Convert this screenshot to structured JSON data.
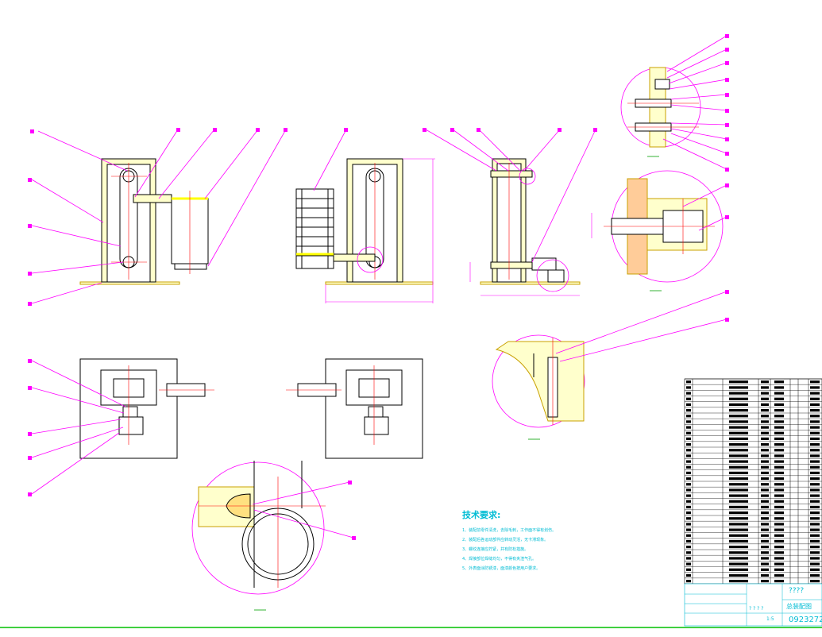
{
  "title_block": {
    "company_placeholder": "????",
    "drawing_name": "总装配图",
    "drawing_number": "0923272",
    "scale_marks": "? ? ? ?",
    "sheet_mark": "1:5"
  },
  "technical_requirements": {
    "title": "技术要求:",
    "lines": [
      "1、装配前零件清洗，去除毛刺，工作面不得有划伤。",
      "2、装配后各运动部件应转动灵活，无卡滞现象。",
      "3、螺纹连接应拧紧，并有防松措施。",
      "4、焊接部位焊缝均匀，不得有夹渣气孔。",
      "5、外表面涂防锈漆，面漆颜色按用户要求。"
    ]
  },
  "colors": {
    "outline": "#c8a000",
    "fill": "#ffffcc",
    "leader": "#ff00ff",
    "centerline": "#ff0000",
    "text": "#00bcd4",
    "frame": "#00c000"
  }
}
